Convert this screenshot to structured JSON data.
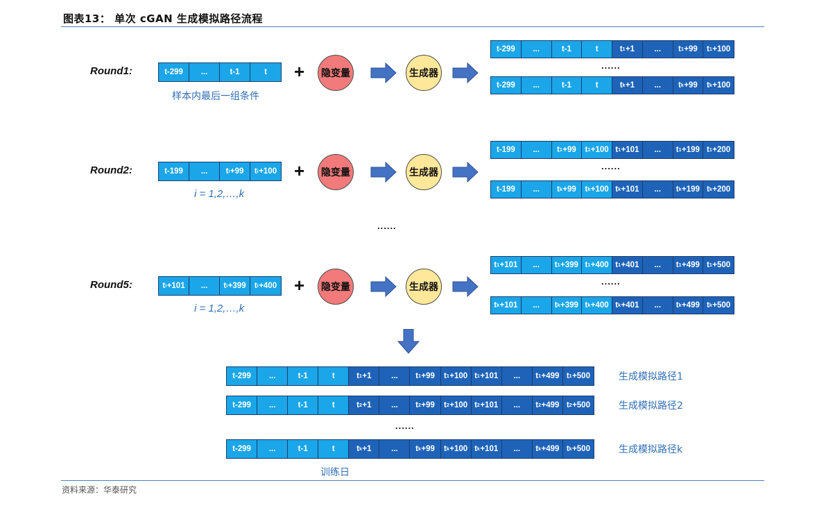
{
  "title": "图表13：  单次 cGAN 生成模拟路径流程",
  "source": "资料来源：华泰研究",
  "latent_label": "隐变量",
  "generator_label": "生成器",
  "plus": "+",
  "mid_ellipsis": "......",
  "row_ellipsis": "......",
  "train_day_label": "训练日",
  "rounds": [
    {
      "label": "Round1:",
      "caption": "样本内最后一组条件",
      "input": [
        {
          "text": "t-299",
          "base": "t",
          "sup": "",
          "rest": "-299"
        },
        {
          "text": "...",
          "base": "...",
          "sup": "",
          "rest": ""
        },
        {
          "text": "t-1",
          "base": "t",
          "sup": "",
          "rest": "-1"
        },
        {
          "text": "t",
          "base": "t",
          "sup": "",
          "rest": ""
        }
      ],
      "outputs": [
        [
          {
            "base": "t",
            "sup": "",
            "rest": "-299",
            "kind": "hist"
          },
          {
            "base": "...",
            "sup": "",
            "rest": "",
            "kind": "hist"
          },
          {
            "base": "t",
            "sup": "",
            "rest": "-1",
            "kind": "hist"
          },
          {
            "base": "t",
            "sup": "",
            "rest": "",
            "kind": "hist"
          },
          {
            "base": "t",
            "sup": "1",
            "rest": "+1",
            "kind": "gen"
          },
          {
            "base": "...",
            "sup": "",
            "rest": "",
            "kind": "gen"
          },
          {
            "base": "t",
            "sup": "1",
            "rest": "+99",
            "kind": "gen"
          },
          {
            "base": "t",
            "sup": "1",
            "rest": "+100",
            "kind": "gen"
          }
        ],
        [
          {
            "base": "t",
            "sup": "",
            "rest": "-299",
            "kind": "hist"
          },
          {
            "base": "...",
            "sup": "",
            "rest": "",
            "kind": "hist"
          },
          {
            "base": "t",
            "sup": "",
            "rest": "-1",
            "kind": "hist"
          },
          {
            "base": "t",
            "sup": "",
            "rest": "",
            "kind": "hist"
          },
          {
            "base": "t",
            "sup": "k",
            "rest": "+1",
            "kind": "gen"
          },
          {
            "base": "...",
            "sup": "",
            "rest": "",
            "kind": "gen"
          },
          {
            "base": "t",
            "sup": "k",
            "rest": "+99",
            "kind": "gen"
          },
          {
            "base": "t",
            "sup": "k",
            "rest": "+100",
            "kind": "gen"
          }
        ]
      ]
    },
    {
      "label": "Round2:",
      "caption": "i = 1,2,…,k",
      "input": [
        {
          "base": "t",
          "sup": "",
          "rest": "-199"
        },
        {
          "base": "...",
          "sup": "",
          "rest": ""
        },
        {
          "base": "t",
          "sup": "i",
          "rest": "+99"
        },
        {
          "base": "t",
          "sup": "i",
          "rest": "+100"
        }
      ],
      "outputs": [
        [
          {
            "base": "t",
            "sup": "",
            "rest": "-199",
            "kind": "hist"
          },
          {
            "base": "...",
            "sup": "",
            "rest": "",
            "kind": "hist"
          },
          {
            "base": "t",
            "sup": "1",
            "rest": "+99",
            "kind": "hist"
          },
          {
            "base": "t",
            "sup": "1",
            "rest": "+100",
            "kind": "hist"
          },
          {
            "base": "t",
            "sup": "1",
            "rest": "+101",
            "kind": "gen"
          },
          {
            "base": "...",
            "sup": "",
            "rest": "",
            "kind": "gen"
          },
          {
            "base": "t",
            "sup": "1",
            "rest": "+199",
            "kind": "gen"
          },
          {
            "base": "t",
            "sup": "1",
            "rest": "+200",
            "kind": "gen"
          }
        ],
        [
          {
            "base": "t",
            "sup": "",
            "rest": "-199",
            "kind": "hist"
          },
          {
            "base": "...",
            "sup": "",
            "rest": "",
            "kind": "hist"
          },
          {
            "base": "t",
            "sup": "k",
            "rest": "+99",
            "kind": "hist"
          },
          {
            "base": "t",
            "sup": "k",
            "rest": "+100",
            "kind": "hist"
          },
          {
            "base": "t",
            "sup": "k",
            "rest": "+101",
            "kind": "gen"
          },
          {
            "base": "...",
            "sup": "",
            "rest": "",
            "kind": "gen"
          },
          {
            "base": "t",
            "sup": "k",
            "rest": "+199",
            "kind": "gen"
          },
          {
            "base": "t",
            "sup": "k",
            "rest": "+200",
            "kind": "gen"
          }
        ]
      ]
    },
    {
      "label": "Round5:",
      "caption": "i = 1,2,…,k",
      "input": [
        {
          "base": "t",
          "sup": "i",
          "rest": "+101"
        },
        {
          "base": "...",
          "sup": "",
          "rest": ""
        },
        {
          "base": "t",
          "sup": "i",
          "rest": "+399"
        },
        {
          "base": "t",
          "sup": "i",
          "rest": "+400"
        }
      ],
      "outputs": [
        [
          {
            "base": "t",
            "sup": "1",
            "rest": "+101",
            "kind": "hist"
          },
          {
            "base": "...",
            "sup": "",
            "rest": "",
            "kind": "hist"
          },
          {
            "base": "t",
            "sup": "1",
            "rest": "+399",
            "kind": "hist"
          },
          {
            "base": "t",
            "sup": "1",
            "rest": "+400",
            "kind": "hist"
          },
          {
            "base": "t",
            "sup": "1",
            "rest": "+401",
            "kind": "gen"
          },
          {
            "base": "...",
            "sup": "",
            "rest": "",
            "kind": "gen"
          },
          {
            "base": "t",
            "sup": "1",
            "rest": "+499",
            "kind": "gen"
          },
          {
            "base": "t",
            "sup": "1",
            "rest": "+500",
            "kind": "gen"
          }
        ],
        [
          {
            "base": "t",
            "sup": "k",
            "rest": "+101",
            "kind": "hist"
          },
          {
            "base": "...",
            "sup": "",
            "rest": "",
            "kind": "hist"
          },
          {
            "base": "t",
            "sup": "k",
            "rest": "+399",
            "kind": "hist"
          },
          {
            "base": "t",
            "sup": "k",
            "rest": "+400",
            "kind": "hist"
          },
          {
            "base": "t",
            "sup": "k",
            "rest": "+401",
            "kind": "gen"
          },
          {
            "base": "...",
            "sup": "",
            "rest": "",
            "kind": "gen"
          },
          {
            "base": "t",
            "sup": "k",
            "rest": "+499",
            "kind": "gen"
          },
          {
            "base": "t",
            "sup": "k",
            "rest": "+500",
            "kind": "gen"
          }
        ]
      ]
    }
  ],
  "final_paths": [
    {
      "label": "生成模拟路径1",
      "cells": [
        {
          "base": "t",
          "sup": "",
          "rest": "-299",
          "kind": "hist"
        },
        {
          "base": "...",
          "sup": "",
          "rest": "",
          "kind": "hist"
        },
        {
          "base": "t",
          "sup": "",
          "rest": "-1",
          "kind": "hist"
        },
        {
          "base": "t",
          "sup": "",
          "rest": "",
          "kind": "hist"
        },
        {
          "base": "t",
          "sup": "1",
          "rest": "+1",
          "kind": "gen"
        },
        {
          "base": "...",
          "sup": "",
          "rest": "",
          "kind": "gen"
        },
        {
          "base": "t",
          "sup": "1",
          "rest": "+99",
          "kind": "gen"
        },
        {
          "base": "t",
          "sup": "1",
          "rest": "+100",
          "kind": "gen"
        },
        {
          "base": "t",
          "sup": "1",
          "rest": "+101",
          "kind": "gen"
        },
        {
          "base": "...",
          "sup": "",
          "rest": "",
          "kind": "gen"
        },
        {
          "base": "t",
          "sup": "1",
          "rest": "+499",
          "kind": "gen"
        },
        {
          "base": "t",
          "sup": "1",
          "rest": "+500",
          "kind": "gen"
        }
      ]
    },
    {
      "label": "生成模拟路径2",
      "cells": [
        {
          "base": "t",
          "sup": "",
          "rest": "-299",
          "kind": "hist"
        },
        {
          "base": "...",
          "sup": "",
          "rest": "",
          "kind": "hist"
        },
        {
          "base": "t",
          "sup": "",
          "rest": "-1",
          "kind": "hist"
        },
        {
          "base": "t",
          "sup": "",
          "rest": "",
          "kind": "hist"
        },
        {
          "base": "t",
          "sup": "2",
          "rest": "+1",
          "kind": "gen"
        },
        {
          "base": "...",
          "sup": "",
          "rest": "",
          "kind": "gen"
        },
        {
          "base": "t",
          "sup": "2",
          "rest": "+99",
          "kind": "gen"
        },
        {
          "base": "t",
          "sup": "2",
          "rest": "+100",
          "kind": "gen"
        },
        {
          "base": "t",
          "sup": "2",
          "rest": "+101",
          "kind": "gen"
        },
        {
          "base": "...",
          "sup": "",
          "rest": "",
          "kind": "gen"
        },
        {
          "base": "t",
          "sup": "2",
          "rest": "+499",
          "kind": "gen"
        },
        {
          "base": "t",
          "sup": "2",
          "rest": "+500",
          "kind": "gen"
        }
      ]
    },
    {
      "label": "生成模拟路径k",
      "cells": [
        {
          "base": "t",
          "sup": "",
          "rest": "-299",
          "kind": "hist"
        },
        {
          "base": "...",
          "sup": "",
          "rest": "",
          "kind": "hist"
        },
        {
          "base": "t",
          "sup": "",
          "rest": "-1",
          "kind": "hist"
        },
        {
          "base": "t",
          "sup": "",
          "rest": "",
          "kind": "hist"
        },
        {
          "base": "t",
          "sup": "k",
          "rest": "+1",
          "kind": "gen"
        },
        {
          "base": "...",
          "sup": "",
          "rest": "",
          "kind": "gen"
        },
        {
          "base": "t",
          "sup": "k",
          "rest": "+99",
          "kind": "gen"
        },
        {
          "base": "t",
          "sup": "k",
          "rest": "+100",
          "kind": "gen"
        },
        {
          "base": "t",
          "sup": "k",
          "rest": "+101",
          "kind": "gen"
        },
        {
          "base": "...",
          "sup": "",
          "rest": "",
          "kind": "gen"
        },
        {
          "base": "t",
          "sup": "k",
          "rest": "+499",
          "kind": "gen"
        },
        {
          "base": "t",
          "sup": "k",
          "rest": "+500",
          "kind": "gen"
        }
      ]
    }
  ],
  "colors": {
    "history_cell": "#1aa6e8",
    "generated_cell": "#1e63b8",
    "latent_circle": "#f27a7a",
    "generator_circle": "#ffe89a",
    "arrow": "#4472c4",
    "caption_text": "#2f6eb5"
  }
}
